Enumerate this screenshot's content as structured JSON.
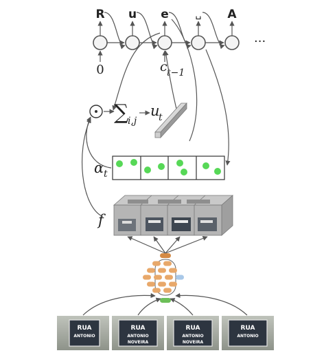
{
  "decoder": {
    "outputs": [
      "R",
      "u",
      "e",
      "␣",
      "A"
    ],
    "ellipsis": "···",
    "initial_state": "0",
    "context_label": "c",
    "context_subscript": "t−1"
  },
  "attention": {
    "odot_symbol": "⊙",
    "sum_symbol": "∑",
    "sum_subscript": "i,j",
    "feature_label": "u",
    "feature_subscript": "t",
    "alpha_label": "α",
    "alpha_subscript": "t",
    "feature_map_label": "f"
  },
  "images": {
    "sign_line_1": "RUA",
    "sign_lines_2": [
      "ANTONIO",
      "ANTONIO",
      "ANTONIO",
      "ANTONIO"
    ],
    "sign_lines_3": [
      "",
      "NOVEIRA",
      "NOVEIRA",
      ""
    ]
  },
  "colors": {
    "attention_dot": "#3ad13a",
    "cnn_orange": "#e8a86a",
    "cnn_blue": "#a9c8e8",
    "cnn_green": "#6cbf58",
    "sign_dark": "#2d3540"
  }
}
